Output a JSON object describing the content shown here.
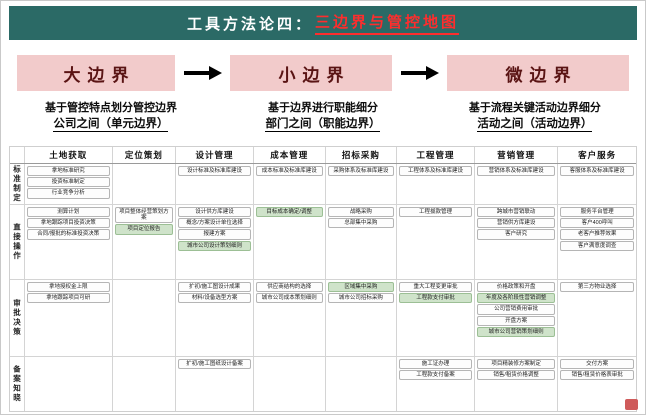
{
  "header": {
    "title_prefix": "工具方法论四：",
    "title_highlight": "三边界与管控地图"
  },
  "boundaries": {
    "items": [
      {
        "label": "大边界",
        "desc1": "基于管控特点划分管控边界",
        "desc2": "公司之间（单元边界）"
      },
      {
        "label": "小边界",
        "desc1": "基于边界进行职能细分",
        "desc2": "部门之间（职能边界）"
      },
      {
        "label": "微边界",
        "desc1": "基于流程关键活动边界细分",
        "desc2": "活动之间（活动边界）"
      }
    ]
  },
  "matrix": {
    "columns": [
      "土地获取",
      "定位策划",
      "设计管理",
      "成本管理",
      "招标采购",
      "工程管理",
      "营销管理",
      "客户服务"
    ],
    "row_labels": [
      "标准制定",
      "直接操作",
      "审批决策",
      "备案知晓"
    ],
    "cells": [
      [
        [
          {
            "text": "拿地标准研究"
          },
          {
            "text": "投资标准制定"
          },
          {
            "text": "行业竞争分析"
          }
        ],
        [],
        [
          {
            "text": "设计标准及标准库建设"
          }
        ],
        [
          {
            "text": "成本标准及标准库建设"
          }
        ],
        [
          {
            "text": "采购体系及标准库建设"
          }
        ],
        [
          {
            "text": "工程体系及标准库建设"
          }
        ],
        [
          {
            "text": "营销体系及标准库建设"
          }
        ],
        [
          {
            "text": "客服体系及标准库建设"
          }
        ]
      ],
      [
        [
          {
            "text": "测算计划"
          },
          {
            "text": "拿地跟踪项目投资决策"
          },
          {
            "text": "合同/报批的标准投资决策"
          }
        ],
        [
          {
            "text": "项目整体经营策划方案"
          },
          {
            "text": "项目定位报告",
            "highlight": true
          }
        ],
        [
          {
            "text": "设计供方库建设"
          },
          {
            "text": "概念/方案设计单位选择"
          },
          {
            "text": "报建方案"
          },
          {
            "text": "城市公司设计策划细则",
            "highlight": true
          }
        ],
        [
          {
            "text": "目标成本确定/调整",
            "highlight": true
          }
        ],
        [
          {
            "text": "战略采购"
          },
          {
            "text": "总部集中采购"
          }
        ],
        [
          {
            "text": "工程拔款管理"
          }
        ],
        [
          {
            "text": "跨城市营销联动"
          },
          {
            "text": "营销供方库建设"
          },
          {
            "text": "客户研究"
          }
        ],
        [
          {
            "text": "服务平台管理"
          },
          {
            "text": "客户400呼叫"
          },
          {
            "text": "老客户推荐效果"
          },
          {
            "text": "客户满意度调查"
          }
        ]
      ],
      [
        [
          {
            "text": "拿地授权金上限"
          },
          {
            "text": "拿地跟踪项目可研"
          }
        ],
        [],
        [
          {
            "text": "扩初/施工图设计成果"
          },
          {
            "text": "材料/设备选型方案"
          }
        ],
        [
          {
            "text": "供应商结构的选择"
          },
          {
            "text": "城市公司成本策划细则"
          }
        ],
        [
          {
            "text": "区域集中采购",
            "highlight": true
          },
          {
            "text": "城市公司招标采购"
          }
        ],
        [
          {
            "text": "重大工程变更审批"
          },
          {
            "text": "工程款支付审批",
            "highlight": true
          }
        ],
        [
          {
            "text": "价格政策和开盘"
          },
          {
            "text": "年度及各阶段性营销调整",
            "highlight": true
          },
          {
            "text": "公司营销费用审批"
          },
          {
            "text": "开盘方案"
          },
          {
            "text": "城市公司营销策划细则",
            "highlight": true
          }
        ],
        [
          {
            "text": "第三方物业选择"
          }
        ]
      ],
      [
        [],
        [],
        [
          {
            "text": "扩初/施工图纸设计备案"
          }
        ],
        [],
        [],
        [
          {
            "text": "施工证办理"
          },
          {
            "text": "工程款支付备案"
          }
        ],
        [
          {
            "text": "项目精装修方案制定"
          },
          {
            "text": "销售/租赁价格调整"
          }
        ],
        [
          {
            "text": "交付方案"
          },
          {
            "text": "销售/租赁价格表审批"
          }
        ]
      ]
    ]
  },
  "colors": {
    "header_bg": "#2B6A66",
    "title_red": "#FF2D2D",
    "boundary_bg": "#F2CBCB",
    "boundary_text": "#5A1414",
    "highlight_green": "#CFE3CA"
  }
}
